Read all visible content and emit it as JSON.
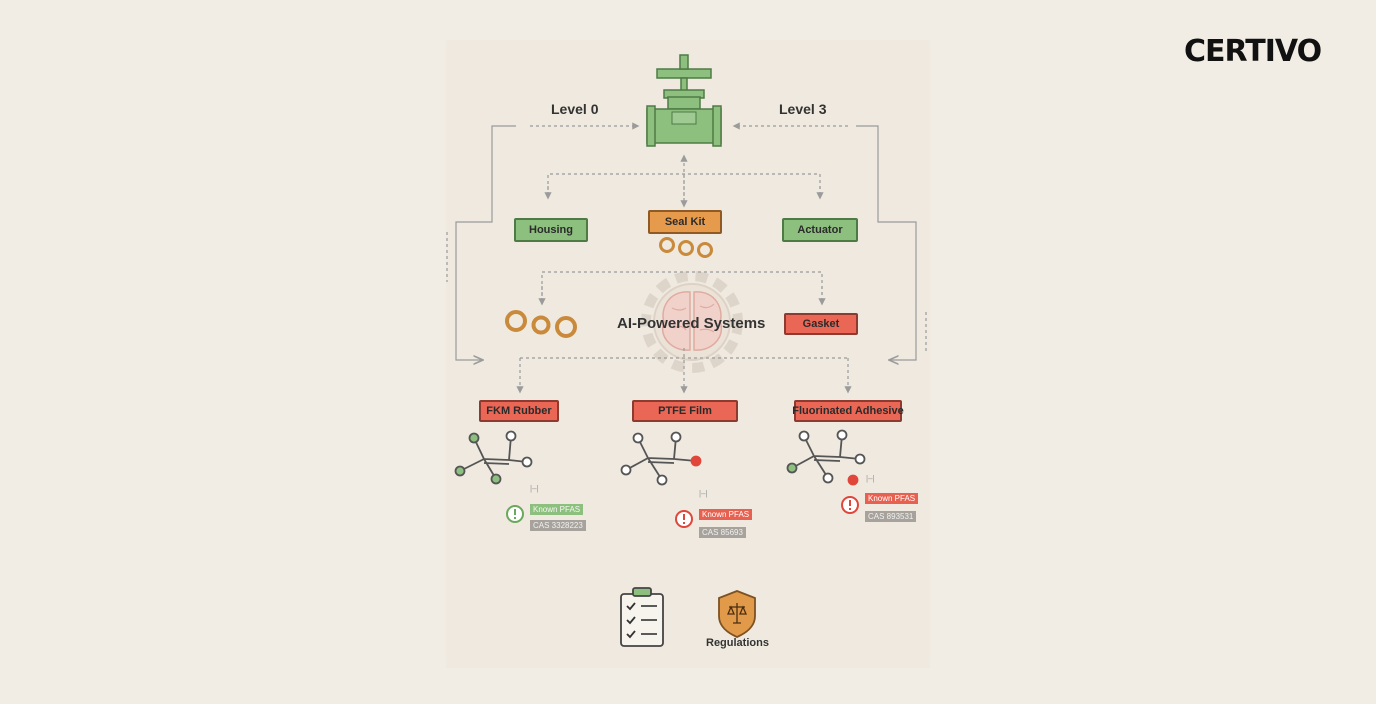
{
  "brand": {
    "logo_text": "CERTIVO"
  },
  "levels": {
    "left": "Level 0",
    "right": "Level 3"
  },
  "components": {
    "housing": "Housing",
    "seal_kit": "Seal Kit",
    "actuator": "Actuator",
    "gasket": "Gasket"
  },
  "center_label": "AI-Powered Systems",
  "materials": [
    {
      "name": "FKM Rubber",
      "status": "Known PFAS",
      "cas": "CAS 3328223",
      "mini": "|–|"
    },
    {
      "name": "PTFE Film",
      "status": "Known PFAS",
      "cas": "CAS 85693",
      "mini": "|–|"
    },
    {
      "name": "Fluorinated Adhesive",
      "status": "Known PFAS",
      "cas": "CAS 893531",
      "mini": "|–|"
    }
  ],
  "bottom": {
    "regulations": "Regulations"
  },
  "colors": {
    "green": "#8dc07f",
    "orange": "#e69a4c",
    "red": "#ea6655",
    "background": "#f1ede4"
  }
}
